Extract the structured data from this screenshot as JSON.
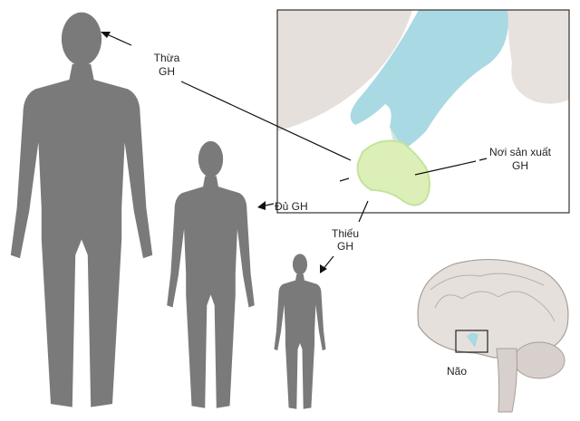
{
  "labels": {
    "excess": [
      "Thừa",
      "GH"
    ],
    "normal": "Đủ GH",
    "deficient": [
      "Thiếu",
      "GH"
    ],
    "production_site": [
      "Nơi sản xuất",
      "GH"
    ],
    "brain": "Não"
  },
  "colors": {
    "silhouette": "#7a7a7a",
    "brain_tissue": "#e6e0dc",
    "hypothalamus": "#a9d9e3",
    "pituitary": "#dcefb8"
  }
}
